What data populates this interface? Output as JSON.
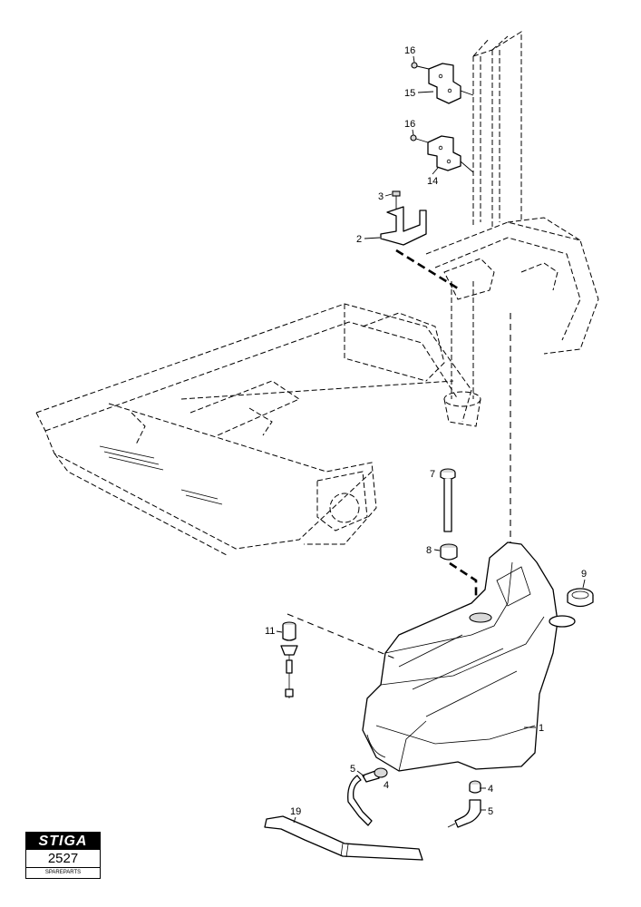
{
  "callouts": {
    "c16a": "16",
    "c15": "15",
    "c16b": "16",
    "c14": "14",
    "c3": "3",
    "c2": "2",
    "c7": "7",
    "c8": "8",
    "c9": "9",
    "c11": "11",
    "c1": "1",
    "c5a": "5",
    "c4a": "4",
    "c4b": "4",
    "c5b": "5",
    "c19": "19"
  },
  "logo": {
    "brand": "STIGA",
    "number": "2527",
    "subtitle": "SPAREPARTS"
  }
}
